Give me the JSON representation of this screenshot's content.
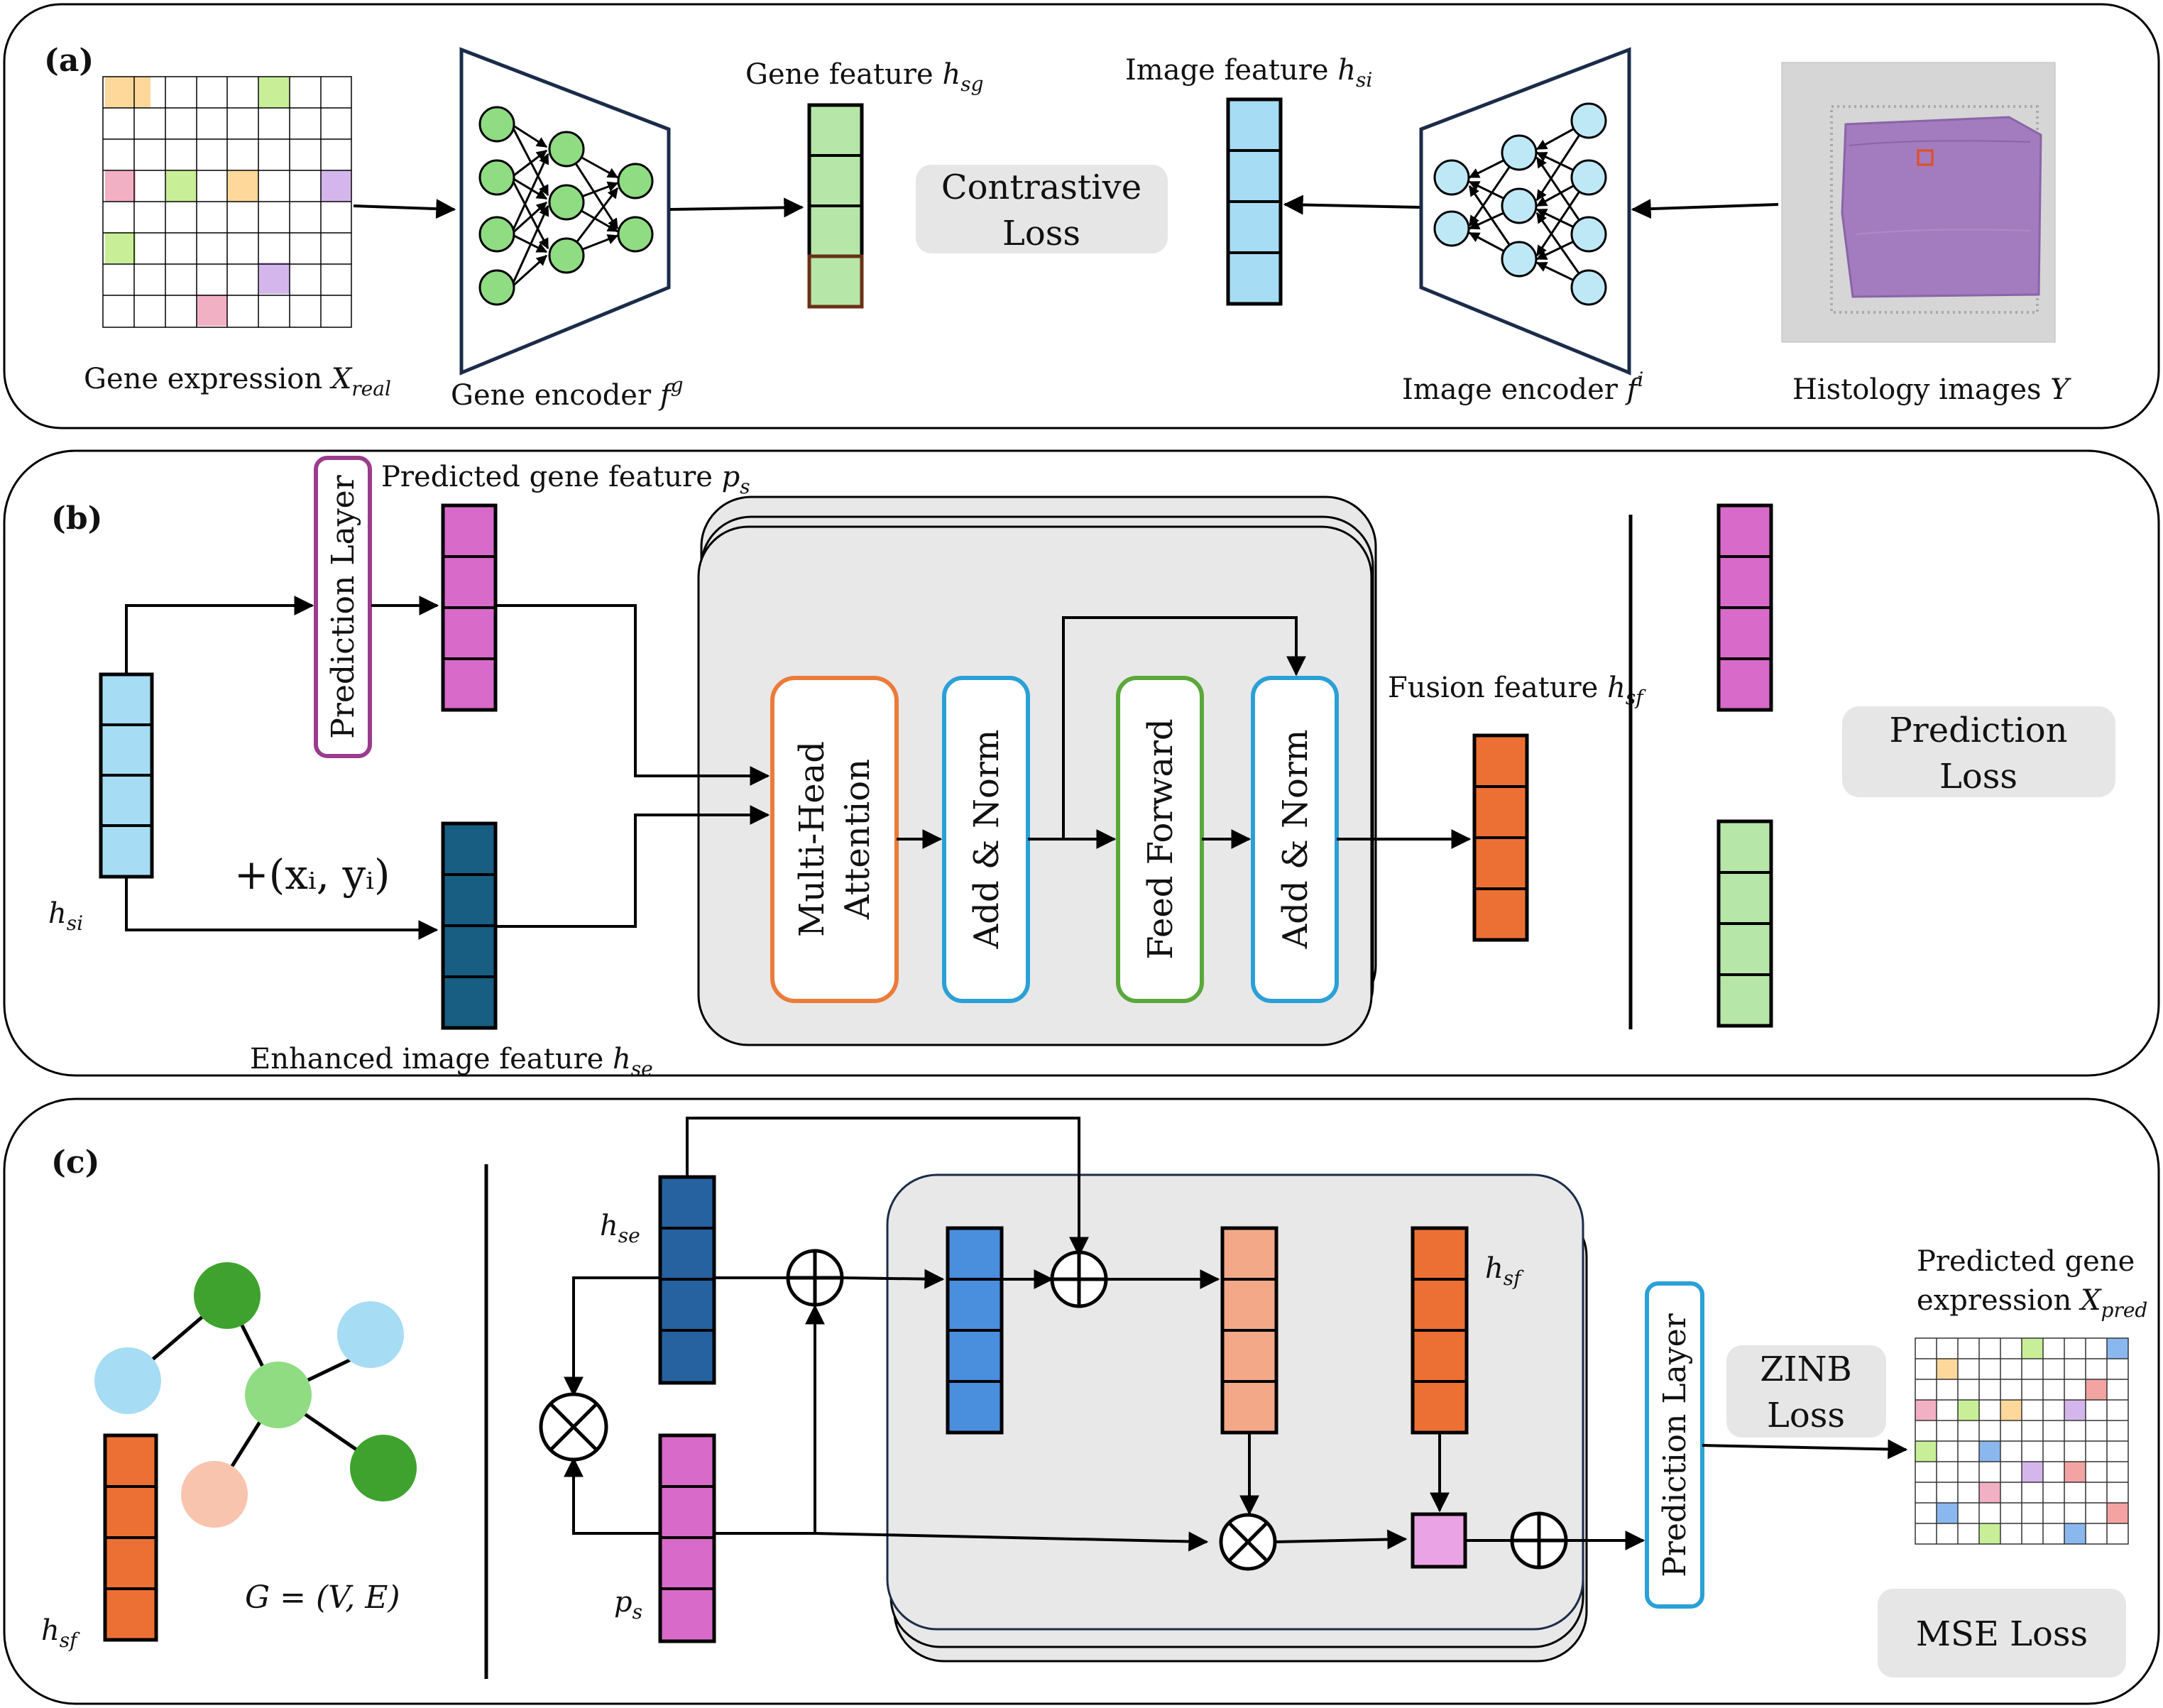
{
  "panel_a": {
    "tag": "(a)",
    "gene_expression": "Gene expression ",
    "gene_expression_var": "X",
    "gene_expression_sub": "real",
    "gene_encoder": "Gene encoder ",
    "gene_encoder_var": "f",
    "gene_encoder_sup": "g",
    "gene_feature": "Gene feature ",
    "gene_feature_var": "h",
    "gene_feature_sub": "sg",
    "contrastive_line1": "Contrastive",
    "contrastive_line2": "Loss",
    "image_feature": "Image feature ",
    "image_feature_var": "h",
    "image_feature_sub": "si",
    "image_encoder": "Image encoder ",
    "image_encoder_var": "f",
    "image_encoder_sup": "i",
    "histology": "Histology  images ",
    "histology_var": "Y"
  },
  "panel_b": {
    "tag": "(b)",
    "prediction_layer": "Prediction Layer",
    "predicted_gene_feature": "Predicted gene feature ",
    "predicted_gene_feature_var": "p",
    "predicted_gene_feature_sub": "s",
    "hsi_var": "h",
    "hsi_sub": "si",
    "position_term": "+(xᵢ, yᵢ)",
    "enhanced_image_feature": "Enhanced image feature ",
    "enhanced_var": "h",
    "enhanced_sub": "se",
    "mha_line1": "Multi-Head",
    "mha_line2": "Attention",
    "add_norm_1": "Add & Norm",
    "feed_forward": "Feed Forward",
    "add_norm_2": "Add & Norm",
    "fusion_feature": "Fusion feature ",
    "fusion_var": "h",
    "fusion_sub": "sf",
    "prediction_loss_line1": "Prediction",
    "prediction_loss_line2": "Loss"
  },
  "panel_c": {
    "tag": "(c)",
    "graph_label": "G = (V, E)",
    "hsf_var": "h",
    "hsf_sub": "sf",
    "hse_var": "h",
    "hse_sub": "se",
    "ps_var": "p",
    "ps_sub": "s",
    "hsf2_var": "h",
    "hsf2_sub": "sf",
    "prediction_layer": "Prediction Layer",
    "zinb_line1": "ZINB",
    "zinb_line2": "Loss",
    "predicted_expr_line1": "Predicted gene",
    "predicted_expr_line2": "expression ",
    "predicted_expr_var": "X",
    "predicted_expr_sub": "pred",
    "mse_loss": "MSE Loss"
  },
  "colors": {
    "gene_green": "#b6e6a8",
    "image_blue": "#a6dcf4",
    "magenta": "#d86ac9",
    "navy": "#175e82",
    "orange": "#ec7033",
    "mid_blue": "#4a8ede",
    "dark_blue": "#2661a0",
    "salmon": "#f3a988",
    "pink_square": "#eaa3e4",
    "mha_border": "#ec7b3a",
    "addnorm_border": "#2aa0d6",
    "ff_border": "#5aa83a",
    "pred_layer_border_b": "#9a3c8e",
    "pred_layer_border_c": "#2aa0d6",
    "loss_box": "#e6e6e6"
  }
}
